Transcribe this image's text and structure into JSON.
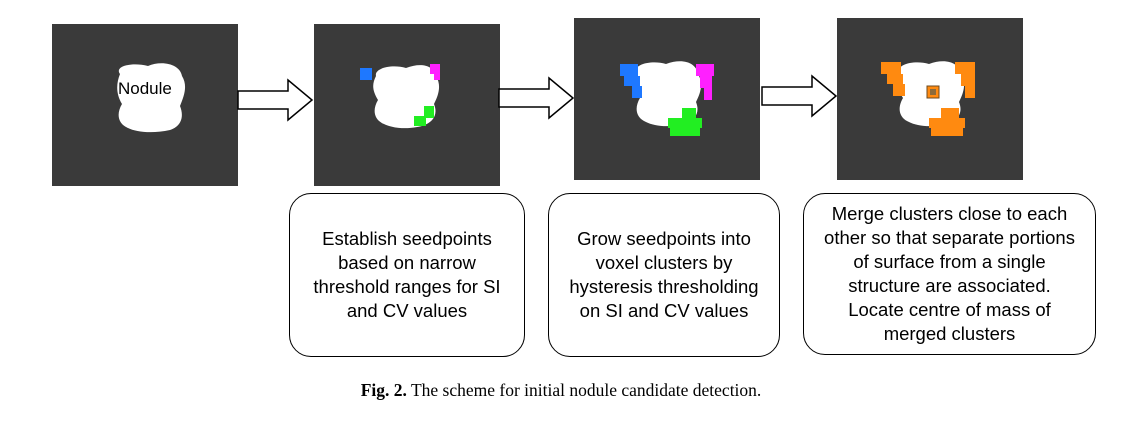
{
  "panels": [
    {
      "label": "Nodule"
    },
    {
      "label": ""
    },
    {
      "label": ""
    },
    {
      "label": ""
    }
  ],
  "steps": [
    {
      "text": "Establish seedpoints\nbased on narrow\nthreshold ranges for SI\nand CV values"
    },
    {
      "text": "Grow seedpoints into\nvoxel clusters by\nhysteresis thresholding\non SI and CV values"
    },
    {
      "text": "Merge clusters close to each\nother so that separate portions\nof surface from a single\nstructure are associated.\nLocate centre of mass of\nmerged clusters"
    }
  ],
  "caption": {
    "prefix": "Fig. 2.",
    "text": "The scheme for initial nodule candidate detection."
  },
  "colors": {
    "panel_bg": "#3a3a3a",
    "nodule": "#ffffff",
    "cluster_blue": "#1e78ff",
    "cluster_magenta": "#ff20ff",
    "cluster_green": "#22ee22",
    "cluster_orange": "#ff8a10",
    "centre_marker": "#8c6a3a"
  }
}
